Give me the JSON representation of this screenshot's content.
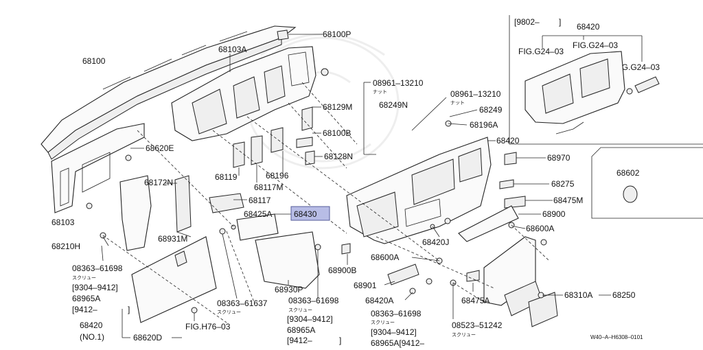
{
  "labels": {
    "p68100": "68100",
    "p68100P": "68100P",
    "p68103A": "68103A",
    "p68620E": "68620E",
    "p68172N": "68172N",
    "p68103": "68103",
    "p68210H": "68210H",
    "p68931M": "68931M",
    "p68129M": "68129M",
    "p68100B": "68100B",
    "p68128N": "68128N",
    "p68196": "68196",
    "p68119": "68119",
    "p68117M": "68117M",
    "p68117": "68117",
    "p68425A": "68425A",
    "p68430": "68430",
    "p08961_13210_a": "08961–13210",
    "nut_a": "ナット",
    "p68249N": "68249N",
    "p08961_13210_b": "08961–13210",
    "nut_b": "ナット",
    "p68249": "68249",
    "p68196A": "68196A",
    "p68420_main": "68420",
    "p68970": "68970",
    "p68275": "68275",
    "p68475M": "68475M",
    "p68900": "68900",
    "p68600A_r": "68600A",
    "p68420J": "68420J",
    "p68600A_c": "68600A",
    "p68901": "68901",
    "p68420A": "68420A",
    "p68475A": "68475A",
    "p68310A": "68310A",
    "p68250": "68250",
    "p68900B": "68900B",
    "p68930P": "68930P",
    "s08363_61698_l": "08363–61698",
    "screw_l": "スクリュー",
    "r9304_9412_l": "[9304–9412]",
    "p68965A_l": "68965A",
    "r9412_l": "[9412–",
    "bracket_l": "]",
    "p68420_no1": "68420",
    "no1": "(NO.1)",
    "p68620D": "68620D",
    "figH76": "FIG.H76–03",
    "s08363_61637": "08363–61637",
    "screw_m1": "スクリュー",
    "s08363_61698_m": "08363–61698",
    "screw_m2": "スクリュー",
    "r9304_9412_m": "[9304–9412]",
    "p68965A_m": "68965A",
    "r9412_m": "[9412–",
    "bracket_m": "]",
    "s08363_61698_r": "08363–61698",
    "screw_r1": "スクリュー",
    "r9304_9412_r": "[9304–9412]",
    "p68965A_r": "68965A[9412–",
    "s08523_51242": "08523–51242",
    "screw_r2": "スクリュー",
    "inset_range": "[9802–",
    "inset_bracket": "]",
    "p68420_inset": "68420",
    "figG24_a": "FIG.G24–03",
    "figG24_b": "FIG.G24–03",
    "figG24_c": "FIG.G24–03",
    "p68602": "68602",
    "ref_code": "W40–A–H6308–0101"
  },
  "colors": {
    "highlight": "#b8bde6",
    "line": "#222222"
  }
}
